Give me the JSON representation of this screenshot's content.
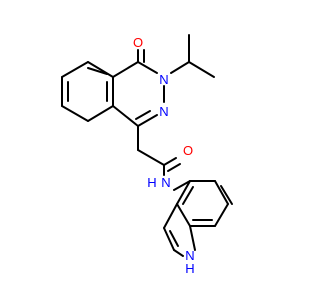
{
  "atom_labels": {
    "carbonyl_oxygen_top": "O",
    "ring_nitrogen_3": "N",
    "ring_nitrogen_2": "N",
    "amide_oxygen": "O",
    "amide_nitrogen": "N",
    "amide_hydrogen": "H",
    "indole_nitrogen": "N",
    "indole_hydrogen": "H"
  },
  "colors": {
    "bond": "#000000",
    "oxygen": "#ff0000",
    "nitrogen": "#0000ff"
  }
}
